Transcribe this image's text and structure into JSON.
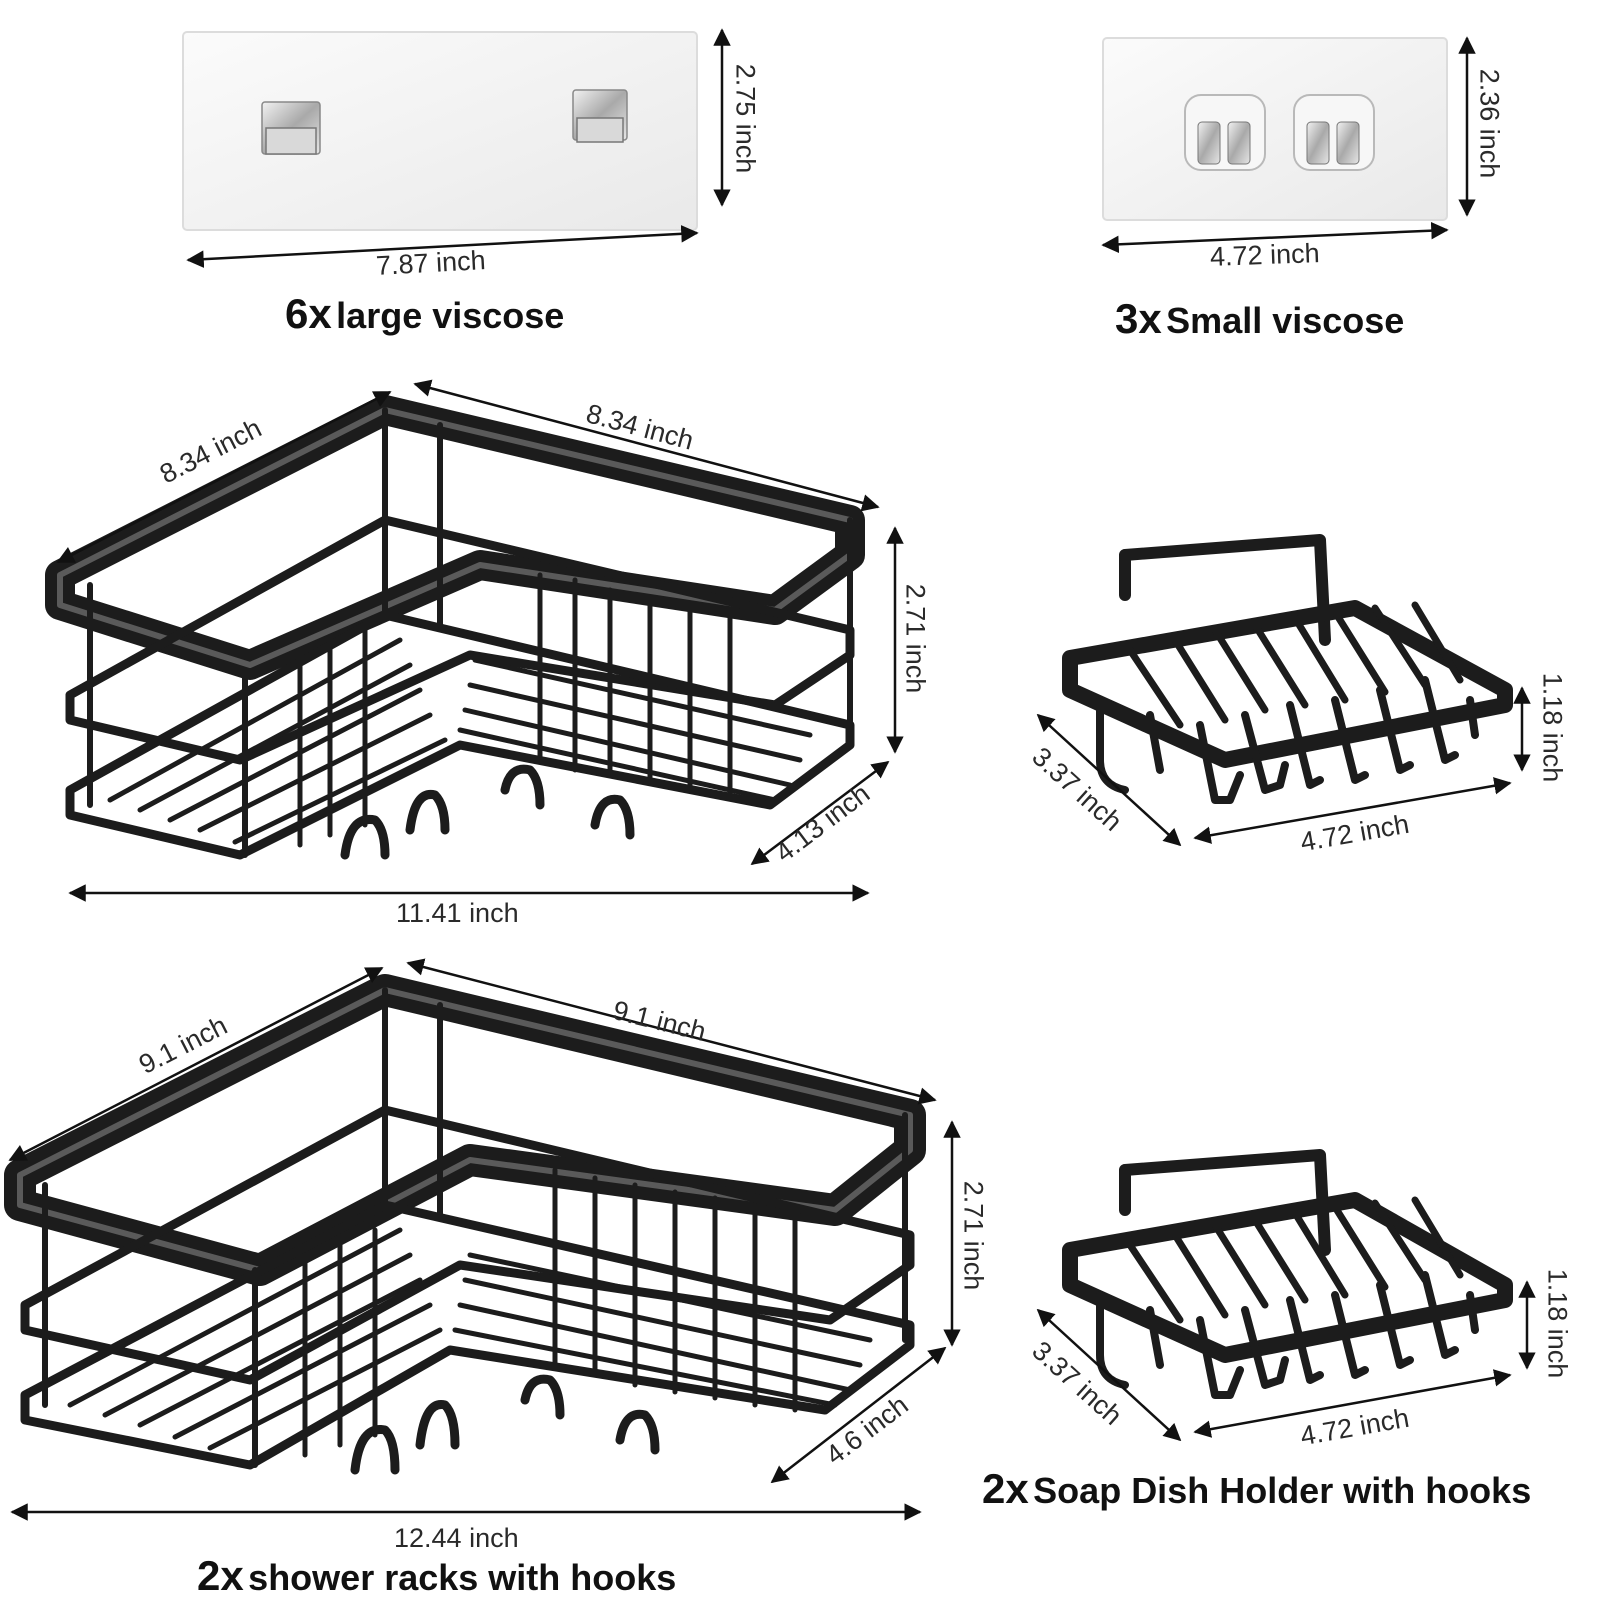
{
  "large_adhesive": {
    "width": "7.87 inch",
    "height": "2.75 inch",
    "quantity": "6x",
    "label": "large viscose"
  },
  "small_adhesive": {
    "width": "4.72 inch",
    "height": "2.36 inch",
    "quantity": "3x",
    "label": "Small viscose"
  },
  "small_rack": {
    "side_left": "8.34 inch",
    "side_right": "8.34 inch",
    "height": "2.71 inch",
    "depth": "4.13 inch",
    "width": "11.41 inch"
  },
  "large_rack": {
    "side_left": "9.1 inch",
    "side_right": "9.1 inch",
    "height": "2.71 inch",
    "depth": "4.6 inch",
    "width": "12.44 inch",
    "quantity": "2x",
    "label": "shower racks with hooks"
  },
  "soap_dish_top": {
    "height": "1.18 inch",
    "depth": "3.37 inch",
    "width": "4.72 inch"
  },
  "soap_dish_bottom": {
    "height": "1.18 inch",
    "depth": "3.37 inch",
    "width": "4.72 inch",
    "quantity": "2x",
    "label": "Soap Dish Holder with hooks"
  },
  "colors": {
    "metal": "#1c1c1c",
    "plate": "#f4f4f4",
    "chrome": "#c8c8c8"
  }
}
